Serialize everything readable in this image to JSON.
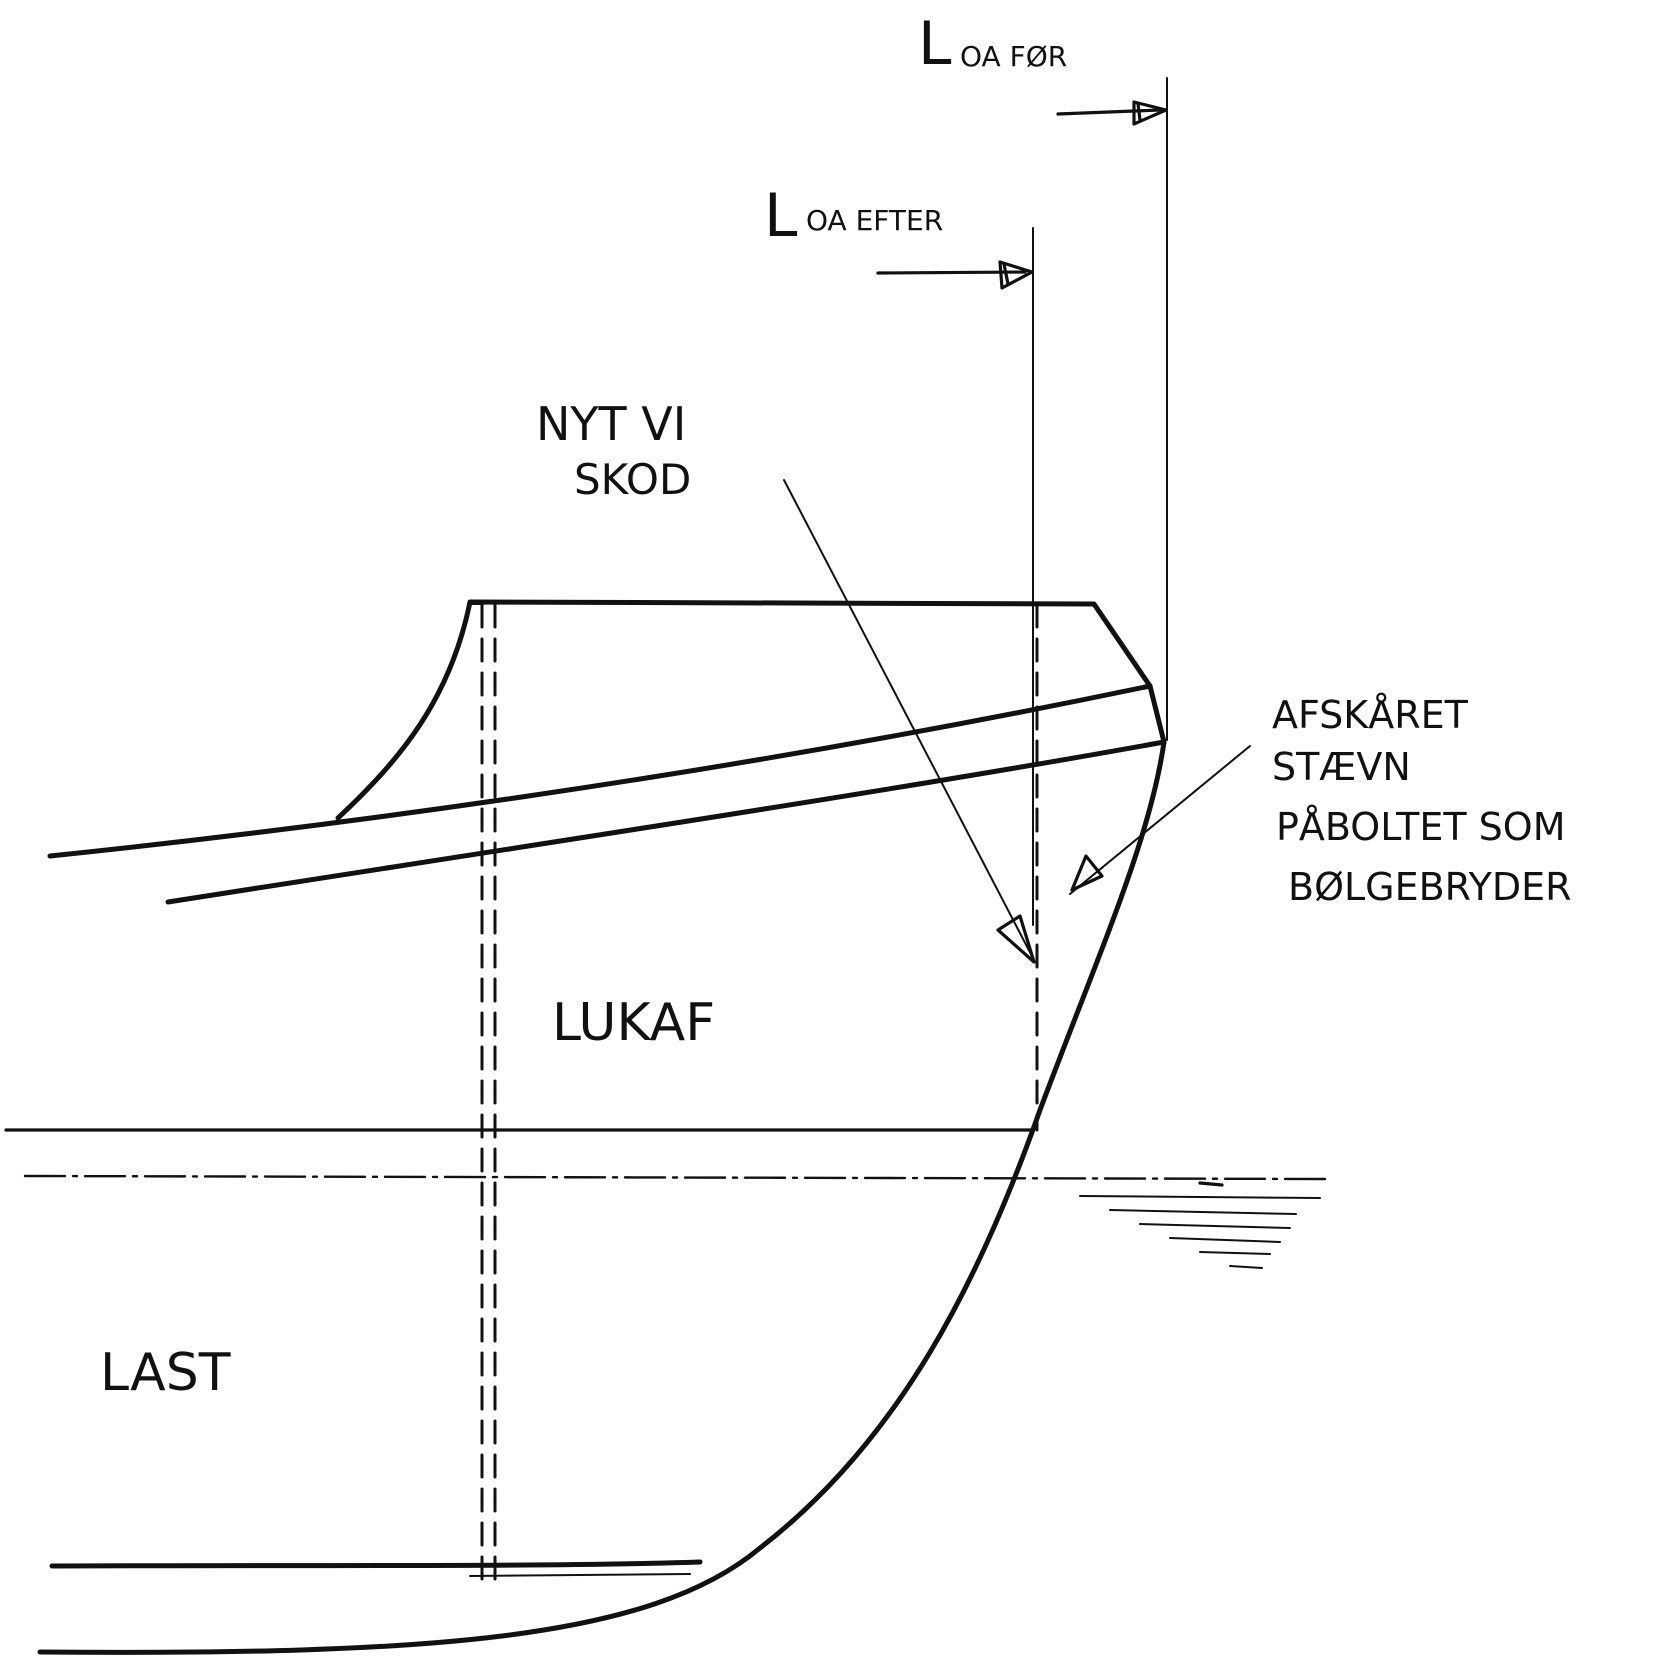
{
  "labels": {
    "loa_for_main": "L",
    "loa_for_sub": "OA FØR",
    "loa_efter_main": "L",
    "loa_efter_sub": "OA EFTER",
    "nyt_vi_line1": "NYT VI",
    "nyt_vi_line2": "SKOD",
    "afskaret_line1": "AFSKÅRET",
    "afskaret_line2": "STÆVN",
    "afskaret_line3": "PÅBOLTET SOM",
    "afskaret_line4": "BØLGEBRYDER",
    "lukaf": "LUKAF",
    "last": "LAST"
  },
  "colors": {
    "ink": "#111111",
    "paper": "#ffffff"
  }
}
